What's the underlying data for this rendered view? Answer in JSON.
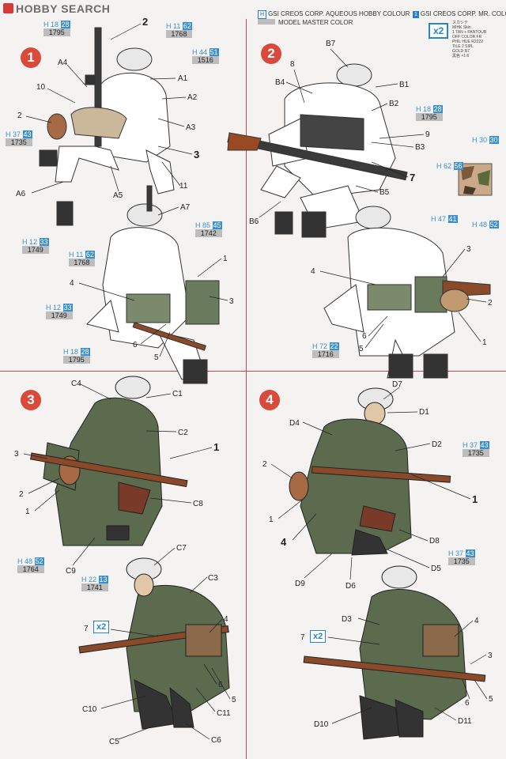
{
  "watermark": "HOBBY SEARCH",
  "header": {
    "h_key": "H",
    "h_aqueous": "GSI CREOS CORP. AQUEOUS HOBBY COLOUR",
    "m_key": "1",
    "m_colour": "GSI CREOS CORP. MR. COLOUR",
    "model_master": "MODEL MASTER COLOR",
    "x2": "x2",
    "list": "スカシテ\nMIHK Skin\n1 TAN + PANTOUR\nOFF COLOR FR\nPHIL HUE R2222\nTILE 2 SIPL\nGOLD R7\n黒色 ×1:6"
  },
  "steps": [
    "1",
    "2",
    "3",
    "4"
  ],
  "labels": {
    "s1": [
      "2",
      "A1",
      "A2",
      "A3",
      "3",
      "11",
      "A5",
      "A6",
      "10",
      "A4",
      "2",
      "A7",
      "1",
      "3",
      "4",
      "6",
      "5"
    ],
    "s2": [
      "B7",
      "B4",
      "8",
      "B1",
      "B2",
      "9",
      "B3",
      "7",
      "B5",
      "B6",
      "3",
      "2",
      "1",
      "4",
      "6",
      "5"
    ],
    "s3": [
      "C4",
      "C1",
      "C2",
      "3",
      "1",
      "2",
      "C8",
      "1",
      "C9",
      "C7",
      "C3",
      "7",
      "4",
      "6",
      "5",
      "C10",
      "C11",
      "C5",
      "C6"
    ],
    "s4": [
      "D7",
      "D1",
      "D4",
      "D2",
      "2",
      "1",
      "1",
      "4",
      "D8",
      "D5",
      "D9",
      "D6",
      "D3",
      "7",
      "4",
      "3",
      "6",
      "5",
      "D10",
      "D11"
    ]
  },
  "paints": [
    {
      "h": "H",
      "n": "18",
      "m": "28",
      "mm": "1795"
    },
    {
      "h": "H",
      "n": "11",
      "m": "62",
      "mm": "1768"
    },
    {
      "h": "H",
      "n": "44",
      "m": "51",
      "mm": "1516"
    },
    {
      "h": "H",
      "n": "37",
      "m": "43",
      "mm": "1735"
    },
    {
      "h": "H",
      "n": "12",
      "m": "33",
      "mm": "1749"
    },
    {
      "h": "H",
      "n": "85",
      "m": "45",
      "mm": "1742"
    },
    {
      "h": "H",
      "n": "11",
      "m": "62",
      "mm": "1768"
    },
    {
      "h": "H",
      "n": "12",
      "m": "33",
      "mm": "1749"
    },
    {
      "h": "H",
      "n": "18",
      "m": "28",
      "mm": "1795"
    },
    {
      "h": "H",
      "n": "18",
      "m": "28",
      "mm": "1795"
    },
    {
      "h": "H",
      "n": "30",
      "m": "30",
      "mm": ""
    },
    {
      "h": "H",
      "n": "62",
      "m": "56",
      "mm": ""
    },
    {
      "h": "H",
      "n": "47",
      "m": "41",
      "mm": ""
    },
    {
      "h": "H",
      "n": "48",
      "m": "52",
      "mm": ""
    },
    {
      "h": "H",
      "n": "72",
      "m": "22",
      "mm": "1716"
    },
    {
      "h": "H",
      "n": "37",
      "m": "43",
      "mm": "1735"
    },
    {
      "h": "H",
      "n": "48",
      "m": "52",
      "mm": "1764"
    },
    {
      "h": "H",
      "n": "22",
      "m": "13",
      "mm": "1741"
    },
    {
      "h": "H",
      "n": "37",
      "m": "43",
      "mm": "1735"
    }
  ],
  "x2_badge": "x2",
  "colors": {
    "divider": "#d64545",
    "step": "#d94a3b",
    "paint_blue": "#3a8fd0",
    "snow_white": "#ffffff",
    "greatcoat": "#5c6a4e",
    "helmet": "#e8e8e8"
  }
}
